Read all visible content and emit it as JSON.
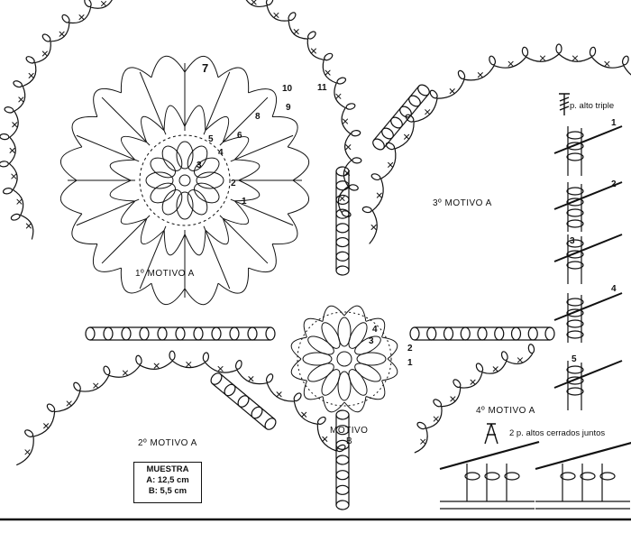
{
  "diagram": {
    "motif_labels": {
      "m1": "1º  MOTIVO A",
      "m2": "2º MOTIVO A",
      "m3": "3º  MOTIVO A",
      "m4": "4º MOTIVO A",
      "mb_line1": "MOTIVO",
      "mb_line2": "B"
    },
    "round_numbers_a": [
      "1",
      "2",
      "3",
      "4",
      "5",
      "6",
      "7",
      "8",
      "9",
      "10",
      "11"
    ],
    "round_numbers_b": [
      "1",
      "2",
      "3",
      "4"
    ],
    "muestra": {
      "title": "MUESTRA",
      "line_a": "A: 12,5 cm",
      "line_b": "B: 5,5 cm"
    },
    "legend": {
      "triple_label": "p. alto triple",
      "triple_icon": "triple-crochet-symbol",
      "steps": [
        "1",
        "2",
        "3",
        "4",
        "5"
      ],
      "cluster_label": "2 p. altos cerrados juntos",
      "cluster_icon": "two-trebles-together-symbol"
    },
    "colors": {
      "ink": "#111111",
      "paper": "#ffffff"
    }
  }
}
